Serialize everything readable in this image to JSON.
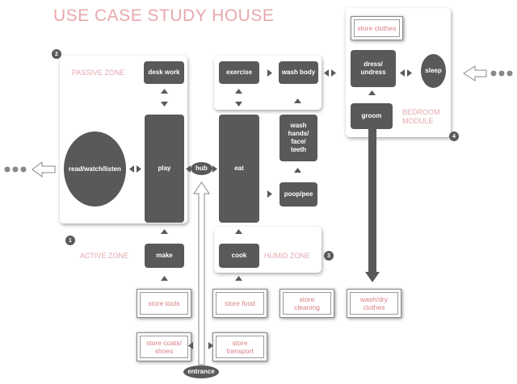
{
  "title": "USE CASE STUDY HOUSE",
  "zones": {
    "passive": {
      "label": "PASSIVE ZONE",
      "number": "2"
    },
    "active": {
      "label": "ACTIVE ZONE",
      "number": "1"
    },
    "humid": {
      "label": "HUMID ZONE",
      "number": "3"
    },
    "bedroom": {
      "label_line1": "BEDROOM",
      "label_line2": "MODULE",
      "number": "4"
    }
  },
  "activities": {
    "desk_work": "desk work",
    "read_watch_listen": "read/watch/listen",
    "play": "play",
    "hub": "hub",
    "exercise": "exercise",
    "wash_body": "wash body",
    "eat": "eat",
    "wash_hands_line1": "wash",
    "wash_hands_line2": "hands/",
    "wash_hands_line3": "face/",
    "wash_hands_line4": "teeth",
    "poop_pee": "poop/pee",
    "make": "make",
    "cook": "cook",
    "dress_line1": "dress/",
    "dress_line2": "undress",
    "sleep": "sleep",
    "groom": "groom",
    "entrance": "entrance"
  },
  "stores": {
    "clothes": "store clothes",
    "tools": "store tools",
    "food": "store food",
    "cleaning_line1": "store",
    "cleaning_line2": "cleaning",
    "wash_dry_line1": "wash/dry",
    "wash_dry_line2": "clothes",
    "coats_line1": "store coats/",
    "coats_line2": "shoes",
    "transport_line1": "store",
    "transport_line2": "transport"
  },
  "colors": {
    "node_fill": "#595959",
    "accent_pink": "#e3a9ad",
    "store_text": "#d97f86"
  }
}
